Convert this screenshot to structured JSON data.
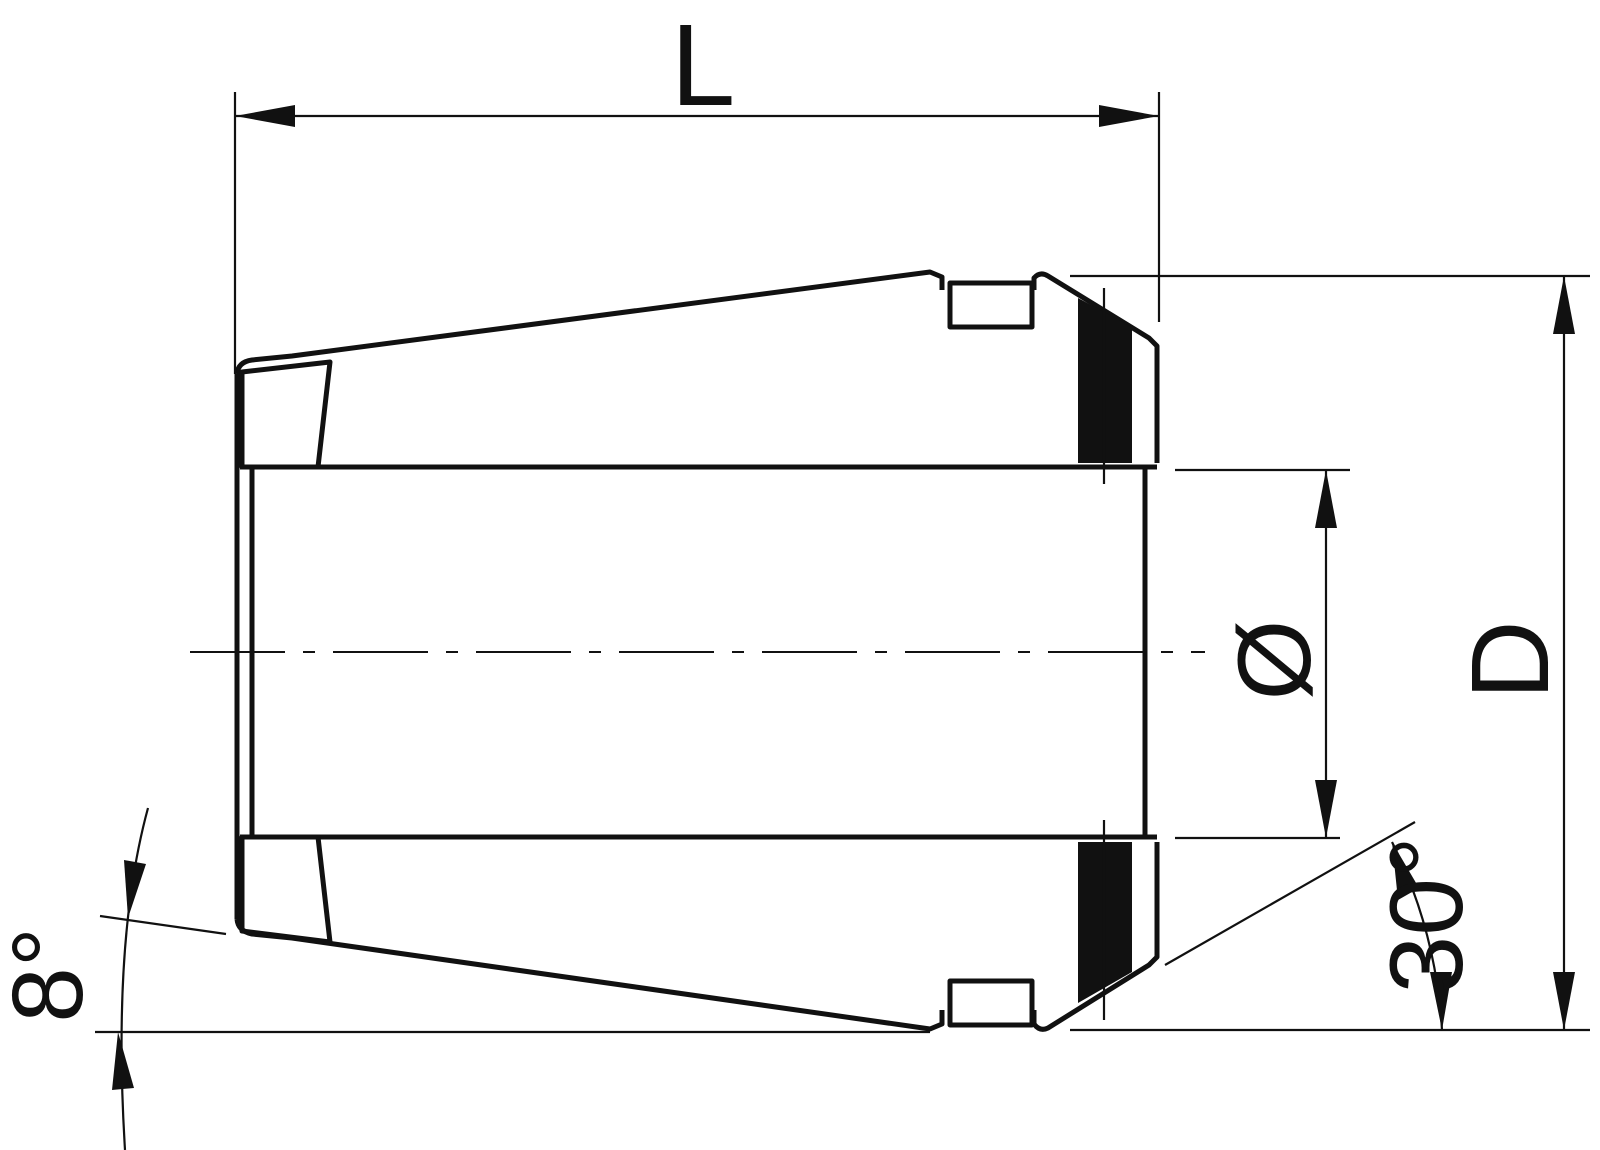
{
  "dimensions": {
    "length_label": "L",
    "bore_label": "Ø",
    "outer_diameter_label": "D",
    "front_angle_label": "30°",
    "taper_angle_label": "8°"
  },
  "colors": {
    "line": "#111111",
    "background": "#ffffff"
  }
}
